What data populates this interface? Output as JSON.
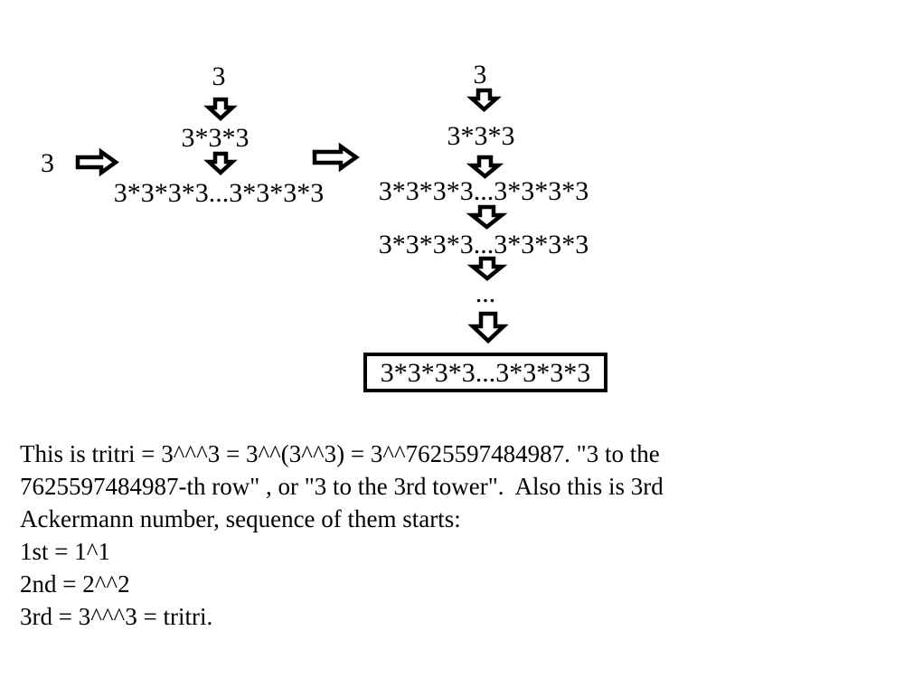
{
  "diagram": {
    "start": "3",
    "left_column": [
      "3",
      "3*3*3",
      "3*3*3*3...3*3*3*3"
    ],
    "right_column": [
      "3",
      "3*3*3",
      "3*3*3*3...3*3*3*3",
      "3*3*3*3...3*3*3*3",
      "...",
      "3*3*3*3...3*3*3*3"
    ]
  },
  "caption": {
    "lines": [
      "This is tritri = 3^^^3 = 3^^(3^^3) = 3^^7625597484987. \"3 to the",
      "7625597484987-th row\" , or \"3 to the 3rd tower\".  Also this is 3rd",
      "Ackermann number, sequence of them starts:",
      "1st = 1^1",
      "2nd = 2^^2",
      "3rd = 3^^^3 = tritri."
    ]
  }
}
